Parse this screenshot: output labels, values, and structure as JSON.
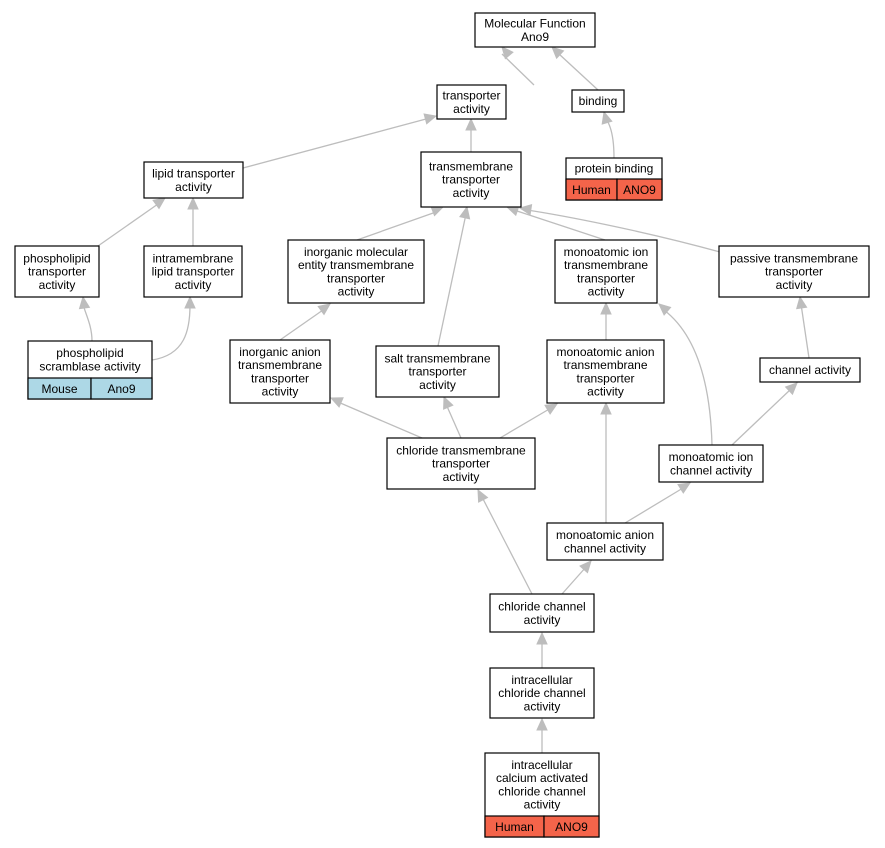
{
  "colors": {
    "edge": "#bdbdbd",
    "human": "#f4644a",
    "mouse": "#add8e6",
    "node_border": "#000000"
  },
  "nodes": {
    "mf": {
      "lines": [
        "Molecular Function",
        "Ano9"
      ]
    },
    "transporter": {
      "lines": [
        "transporter",
        "activity"
      ]
    },
    "binding": {
      "lines": [
        "binding"
      ]
    },
    "protein_binding": {
      "lines": [
        "protein binding"
      ],
      "badges": [
        "Human",
        "ANO9"
      ]
    },
    "lipid_transporter": {
      "lines": [
        "lipid transporter",
        "activity"
      ]
    },
    "tm_transporter": {
      "lines": [
        "transmembrane",
        "transporter",
        "activity"
      ]
    },
    "phospholipid_transporter": {
      "lines": [
        "phospholipid",
        "transporter",
        "activity"
      ]
    },
    "intramembrane": {
      "lines": [
        "intramembrane",
        "lipid transporter",
        "activity"
      ]
    },
    "inorganic_molecular": {
      "lines": [
        "inorganic molecular",
        "entity transmembrane",
        "transporter",
        "activity"
      ]
    },
    "monoatomic_ion_tm": {
      "lines": [
        "monoatomic ion",
        "transmembrane",
        "transporter",
        "activity"
      ]
    },
    "passive_tm": {
      "lines": [
        "passive transmembrane",
        "transporter",
        "activity"
      ]
    },
    "scramblase": {
      "lines": [
        "phospholipid",
        "scramblase activity"
      ],
      "badges": [
        "Mouse",
        "Ano9"
      ]
    },
    "inorganic_anion": {
      "lines": [
        "inorganic anion",
        "transmembrane",
        "transporter",
        "activity"
      ]
    },
    "salt_tm": {
      "lines": [
        "salt transmembrane",
        "transporter",
        "activity"
      ]
    },
    "monoatomic_anion_tm": {
      "lines": [
        "monoatomic anion",
        "transmembrane",
        "transporter",
        "activity"
      ]
    },
    "channel_activity": {
      "lines": [
        "channel activity"
      ]
    },
    "chloride_tm": {
      "lines": [
        "chloride transmembrane",
        "transporter",
        "activity"
      ]
    },
    "monoatomic_ion_channel": {
      "lines": [
        "monoatomic ion",
        "channel activity"
      ]
    },
    "monoatomic_anion_channel": {
      "lines": [
        "monoatomic anion",
        "channel activity"
      ]
    },
    "chloride_channel": {
      "lines": [
        "chloride channel",
        "activity"
      ]
    },
    "intracellular_chloride": {
      "lines": [
        "intracellular",
        "chloride channel",
        "activity"
      ]
    },
    "intracellular_calcium": {
      "lines": [
        "intracellular",
        "calcium activated",
        "chloride channel",
        "activity"
      ],
      "badges": [
        "Human",
        "ANO9"
      ]
    }
  }
}
